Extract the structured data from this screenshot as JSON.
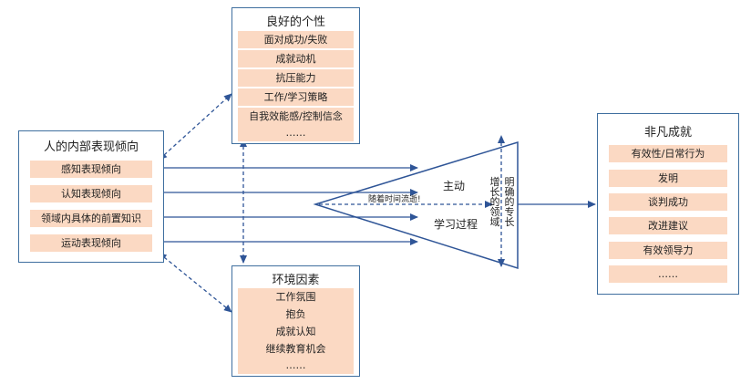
{
  "inner_tendency": {
    "title": "人的内部表现倾向",
    "items": [
      "感知表现倾向",
      "认知表现倾向",
      "领域内具体的前置知识",
      "运动表现倾向"
    ]
  },
  "personality": {
    "title": "良好的个性",
    "items": [
      "面对成功/失败",
      "成就动机",
      "抗压能力",
      "工作/学习策略",
      "自我效能感/控制信念",
      "……"
    ]
  },
  "environment": {
    "title": "环境因素",
    "items": [
      "工作氛围",
      "抱负",
      "成就认知",
      "继续教育机会",
      "……"
    ]
  },
  "triangle": {
    "top_label": "主动",
    "bottom_label": "学习过程",
    "time_label": "随着时间流逝!",
    "vertical_left": "增长的领域",
    "vertical_right": "明确的专长"
  },
  "extraordinary": {
    "title": "非凡成就",
    "items": [
      "有效性/日常行为",
      "发明",
      "谈判成功",
      "改进建议",
      "有效领导力",
      "……"
    ]
  },
  "colors": {
    "border": "#3f6f9f",
    "arrow": "#2f5597",
    "item_fill": "#fbd9c3"
  }
}
